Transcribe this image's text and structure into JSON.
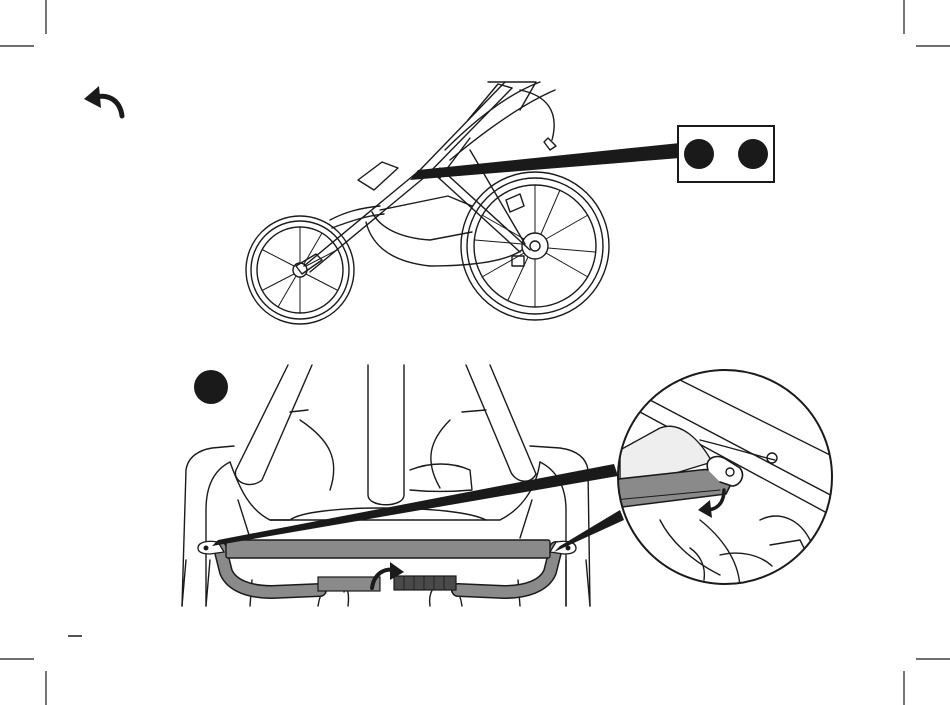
{
  "page": {
    "type": "assembly-instruction-page",
    "text_labels": []
  },
  "icons": {
    "reverse_step": "curved-back-arrow-icon",
    "step_markers": [
      "step-dot-1",
      "step-dot-2",
      "step-dot-3"
    ],
    "rotate_arrow": "curved-rotate-arrow-icon"
  },
  "colors": {
    "ink": "#1a1a1a",
    "strap_gray": "#8a8a8a",
    "handle_fill": "#eeeeee",
    "paper": "#ffffff"
  }
}
